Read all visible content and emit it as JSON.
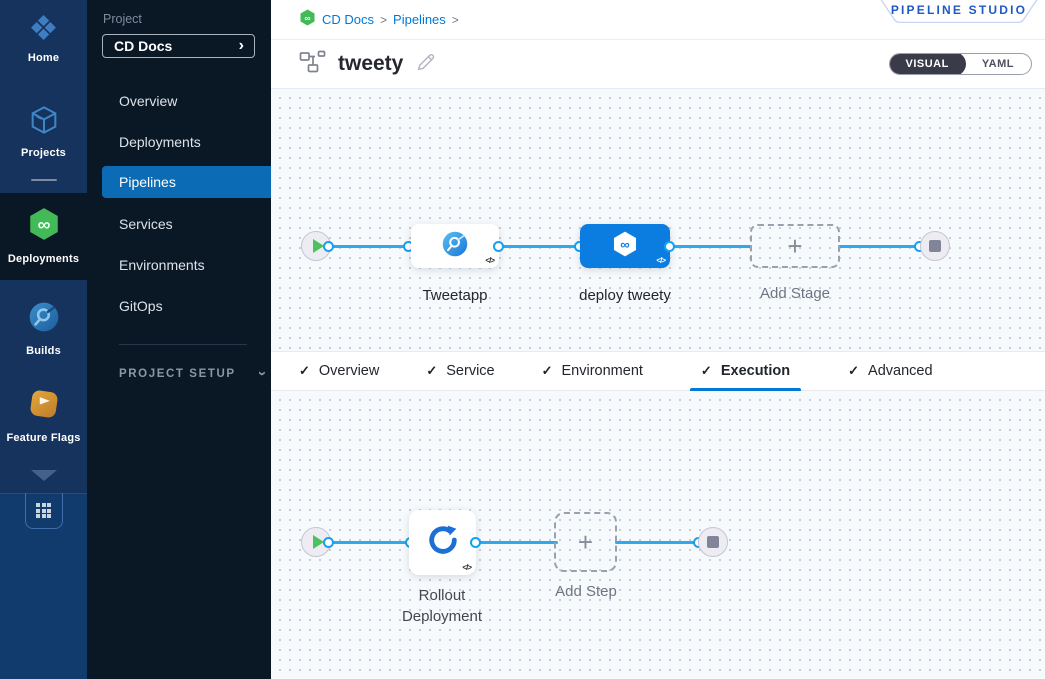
{
  "icons": {
    "check": "✓",
    "plus": "+",
    "chevron_right": "›",
    "breadcrumb_separator": ">",
    "home_glyph": "❖",
    "code": "</>"
  },
  "colors": {
    "accent_blue": "#0278d5",
    "selected_stage_blue": "#0b7de0",
    "nav_selected_blue": "#0b6cb5",
    "cd_green": "#42ba57",
    "connector_blue": "#2fa8ee"
  },
  "module_rail": {
    "items": [
      {
        "label": "Home"
      },
      {
        "label": "Projects"
      },
      {
        "label": "Deployments",
        "selected": true
      },
      {
        "label": "Builds"
      },
      {
        "label": "Feature Flags"
      }
    ]
  },
  "project_sidebar": {
    "section_label": "Project",
    "project_name": "CD Docs",
    "nav_items": [
      "Overview",
      "Deployments",
      "Pipelines",
      "Services",
      "Environments",
      "GitOps"
    ],
    "selected_nav": "Pipelines",
    "setup_label": "PROJECT SETUP"
  },
  "header": {
    "breadcrumb_items": [
      "CD Docs",
      "Pipelines"
    ],
    "studio_badge": "PIPELINE STUDIO",
    "pipeline_title": "tweety",
    "view_toggle": {
      "options": [
        "VISUAL",
        "YAML"
      ],
      "selected": "VISUAL"
    }
  },
  "stage_pipeline": {
    "stages": [
      {
        "name": "Tweetapp",
        "type": "build"
      },
      {
        "name": "deploy tweety",
        "type": "deploy",
        "selected": true
      }
    ],
    "add_stage_label": "Add Stage"
  },
  "config_tabs": {
    "items": [
      "Overview",
      "Service",
      "Environment",
      "Execution",
      "Advanced"
    ],
    "active": "Execution"
  },
  "execution_pipeline": {
    "steps": [
      {
        "name": "Rollout Deployment",
        "type": "k8s-rolling"
      }
    ],
    "add_step_label": "Add Step"
  }
}
